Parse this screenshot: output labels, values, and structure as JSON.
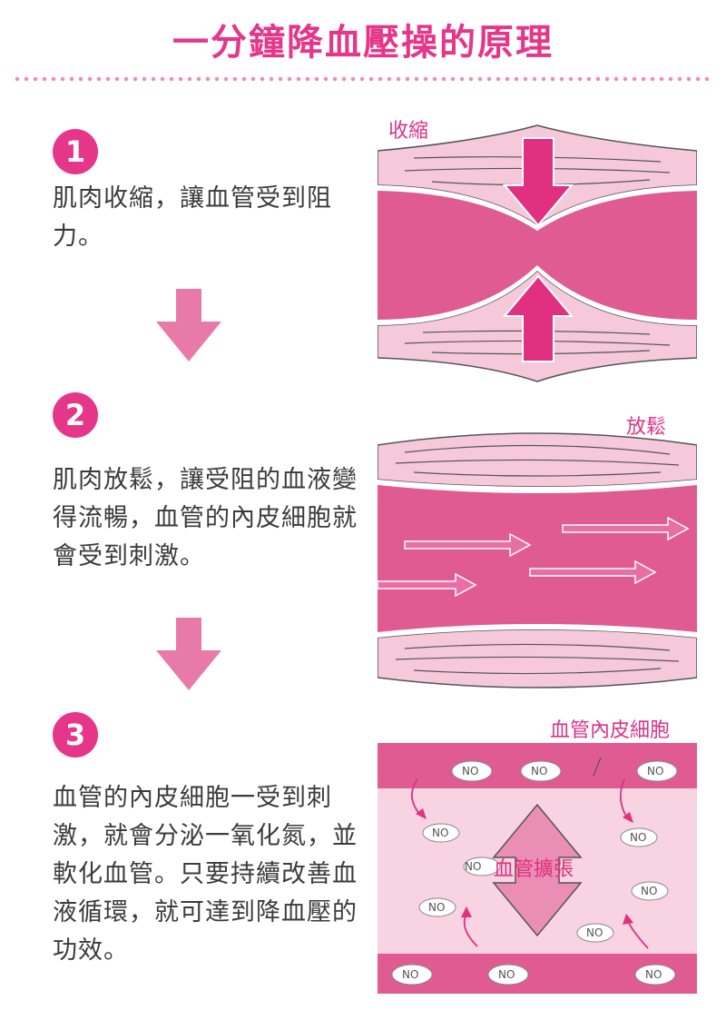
{
  "title": "一分鐘降血壓操的原理",
  "steps": [
    {
      "number": "1",
      "text": "肌肉收縮，讓血管受到阻力。"
    },
    {
      "number": "2",
      "text": "肌肉放鬆，讓受阻的血液變得流暢，血管的內皮細胞就會受到刺激。"
    },
    {
      "number": "3",
      "text": "血管的內皮細胞一受到刺激，就會分泌一氧化氮，並軟化血管。只要持續改善血液循環，就可達到降血壓的功效。"
    }
  ],
  "panels": {
    "contract_label": "收縮",
    "relax_label": "放鬆",
    "endothelial_label": "血管內皮細胞",
    "dilation_label": "血管擴張",
    "no_label": "NO"
  },
  "colors": {
    "accent": "#e5368a",
    "vessel": "#df5b92",
    "muscle": "#f6c9da",
    "arrow_soft": "#e87aaa"
  }
}
